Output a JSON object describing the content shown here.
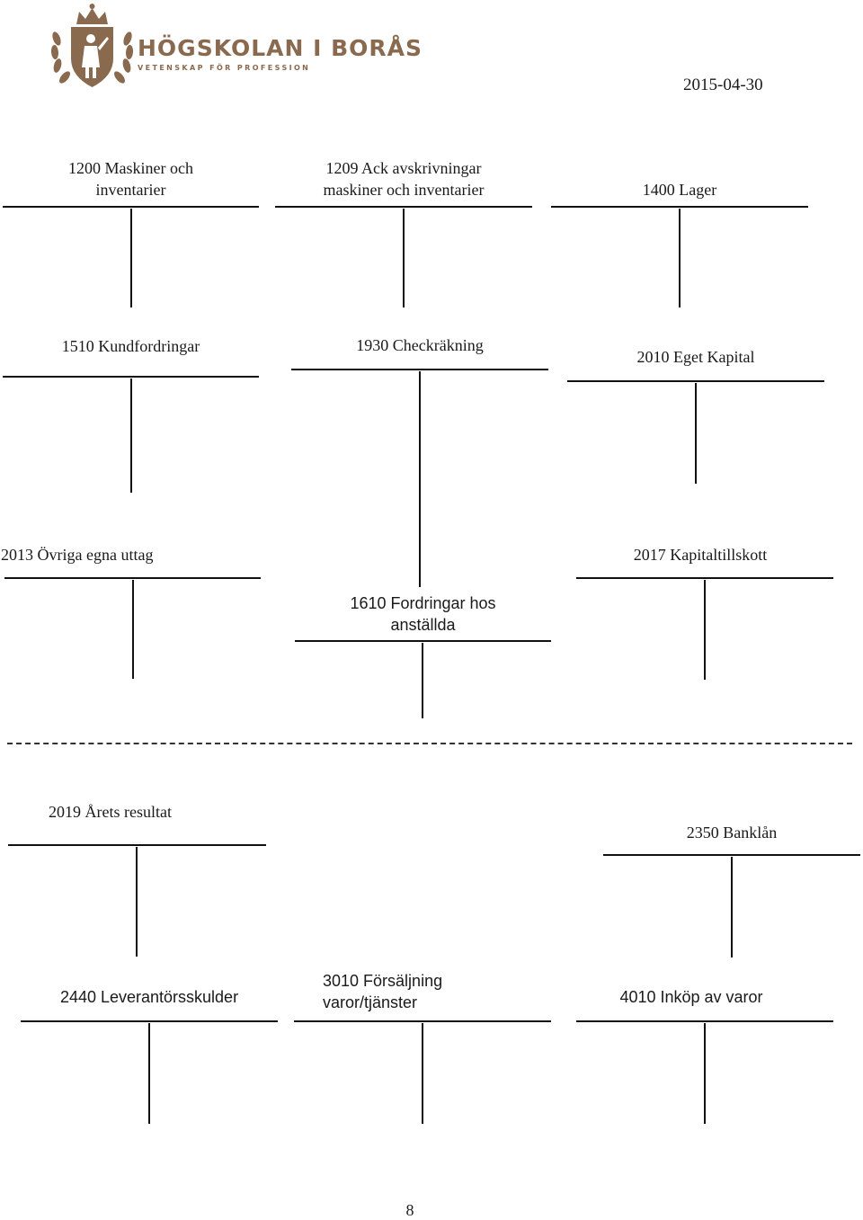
{
  "header": {
    "logo": {
      "name": "HÖGSKOLAN I BORÅS",
      "tagline": "VETENSKAP FÖR PROFESSION"
    },
    "date": "2015-04-30"
  },
  "accounts": [
    {
      "lines": [
        "1200 Maskiner och",
        "inventarier"
      ]
    },
    {
      "lines": [
        "1209 Ack avskrivningar",
        "maskiner och inventarier"
      ]
    },
    {
      "lines": [
        "1400 Lager"
      ]
    },
    {
      "lines": [
        "1510 Kundfordringar"
      ]
    },
    {
      "lines": [
        "1930 Checkräkning"
      ]
    },
    {
      "lines": [
        "2010 Eget Kapital"
      ]
    },
    {
      "lines": [
        "2013 Övriga egna uttag"
      ]
    },
    {
      "lines": [
        "2017 Kapitaltillskott"
      ]
    },
    {
      "lines": [
        "1610 Fordringar hos",
        "anställda"
      ]
    },
    {
      "lines": [
        "2019 Årets resultat"
      ]
    },
    {
      "lines": [
        "2350 Banklån"
      ]
    },
    {
      "lines": [
        "2440 Leverantörsskulder"
      ]
    },
    {
      "lines": [
        "3010 Försäljning",
        "varor/tjänster"
      ]
    },
    {
      "lines": [
        "4010 Inköp av varor"
      ]
    }
  ],
  "footer": {
    "page_number": "8"
  }
}
